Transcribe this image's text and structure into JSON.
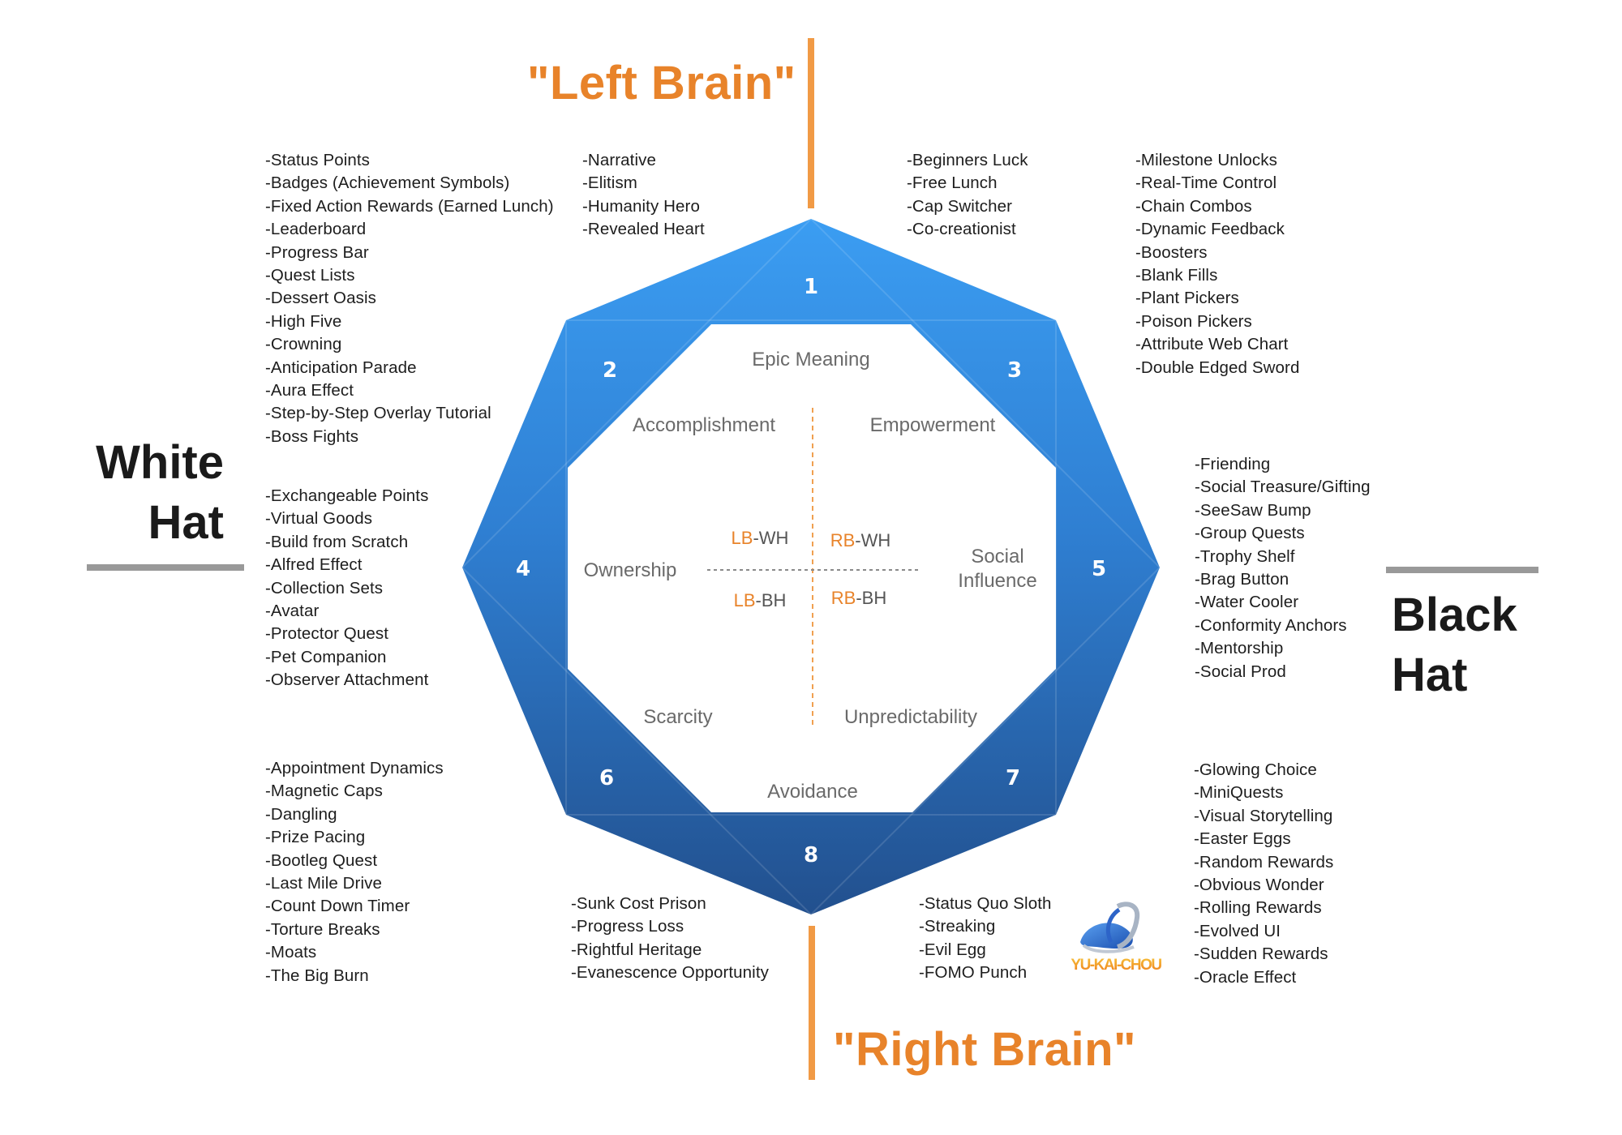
{
  "titles": {
    "left_brain": "\"Left Brain\"",
    "right_brain": "\"Right Brain\"",
    "white_hat_line1": "White",
    "white_hat_line2": "Hat",
    "black_hat_line1": "Black",
    "black_hat_line2": "Hat"
  },
  "colors": {
    "brain_orange": "#e8832a",
    "axis_orange": "#f19a45",
    "octagon_top": "#3b9cf1",
    "octagon_bottom": "#22508e",
    "hat_divider": "#999999",
    "core_text": "#6a6a6a"
  },
  "core_drives": [
    {
      "number": "1",
      "name": "Epic Meaning"
    },
    {
      "number": "2",
      "name": "Accomplishment"
    },
    {
      "number": "3",
      "name": "Empowerment"
    },
    {
      "number": "4",
      "name": "Ownership"
    },
    {
      "number": "5",
      "name": "Social Influence",
      "name_line1": "Social",
      "name_line2": "Influence"
    },
    {
      "number": "6",
      "name": "Scarcity"
    },
    {
      "number": "7",
      "name": "Unpredictability"
    },
    {
      "number": "8",
      "name": "Avoidance"
    }
  ],
  "quadrants": {
    "lb_wh": {
      "prefix": "LB",
      "suffix": "-WH"
    },
    "rb_wh": {
      "prefix": "RB",
      "suffix": "-WH"
    },
    "lb_bh": {
      "prefix": "LB",
      "suffix": "-BH"
    },
    "rb_bh": {
      "prefix": "RB",
      "suffix": "-BH"
    }
  },
  "techniques": {
    "accomplishment": [
      "-Status Points",
      "-Badges (Achievement Symbols)",
      "-Fixed Action Rewards (Earned Lunch)",
      "-Leaderboard",
      "-Progress Bar",
      "-Quest Lists",
      "-Dessert Oasis",
      "-High Five",
      "-Crowning",
      "-Anticipation Parade",
      "-Aura Effect",
      "-Step-by-Step Overlay Tutorial",
      "-Boss Fights"
    ],
    "epic_meaning": [
      "-Narrative",
      "-Elitism",
      "-Humanity Hero",
      "-Revealed Heart"
    ],
    "epic_meaning_right": [
      "-Beginners Luck",
      "-Free Lunch",
      "-Cap Switcher",
      "-Co-creationist"
    ],
    "empowerment": [
      "-Milestone Unlocks",
      "-Real-Time Control",
      "-Chain Combos",
      "-Dynamic Feedback",
      "-Boosters",
      "-Blank Fills",
      "-Plant Pickers",
      "-Poison Pickers",
      "-Attribute Web Chart",
      "-Double Edged Sword"
    ],
    "ownership": [
      "-Exchangeable Points",
      "-Virtual Goods",
      "-Build from Scratch",
      "-Alfred Effect",
      "-Collection Sets",
      "-Avatar",
      "-Protector Quest",
      "-Pet Companion",
      "-Observer Attachment"
    ],
    "social_influence": [
      "-Friending",
      "-Social Treasure/Gifting",
      "-SeeSaw Bump",
      "-Group Quests",
      "-Trophy Shelf",
      "-Brag Button",
      "-Water Cooler",
      "-Conformity Anchors",
      "-Mentorship",
      "-Social Prod"
    ],
    "scarcity": [
      "-Appointment Dynamics",
      "-Magnetic Caps",
      "-Dangling",
      "-Prize Pacing",
      "-Bootleg Quest",
      "-Last Mile Drive",
      "-Count Down Timer",
      "-Torture Breaks",
      "-Moats",
      "-The Big Burn"
    ],
    "avoidance_left": [
      "-Sunk Cost Prison",
      "-Progress Loss",
      "-Rightful Heritage",
      "-Evanescence Opportunity"
    ],
    "avoidance_right": [
      "-Status Quo Sloth",
      "-Streaking",
      "-Evil Egg",
      "-FOMO Punch"
    ],
    "unpredictability": [
      "-Glowing Choice",
      "-MiniQuests",
      "-Visual Storytelling",
      "-Easter Eggs",
      "-Random Rewards",
      "-Obvious Wonder",
      "-Rolling Rewards",
      "-Evolved UI",
      "-Sudden Rewards",
      "-Oracle Effect"
    ]
  },
  "logo": {
    "text": "YU-KAI-CHOU",
    "icon": "swoosh-logo-icon"
  }
}
